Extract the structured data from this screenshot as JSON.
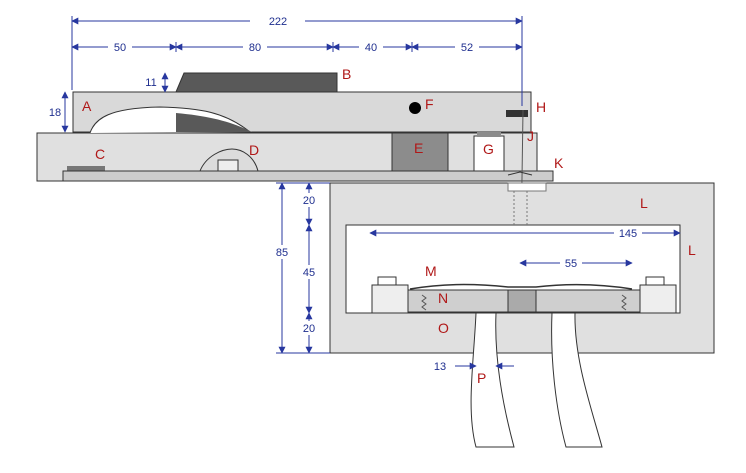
{
  "dimensions": {
    "overall": "222",
    "seg1": "50",
    "seg2": "80",
    "seg3": "40",
    "seg4": "52",
    "key_rise": "11",
    "key_thickness": "18",
    "box_top": "20",
    "box_height": "85",
    "box_middle": "45",
    "box_bottom": "20",
    "inner_width": "145",
    "magnet_span": "55",
    "tube_width": "13"
  },
  "labels": {
    "A": "A",
    "B": "B",
    "C": "C",
    "D": "D",
    "E": "E",
    "F": "F",
    "G": "G",
    "H": "H",
    "J": "J",
    "K": "K",
    "L1": "L",
    "L2": "L",
    "M": "M",
    "N": "N",
    "O": "O",
    "P": "P"
  },
  "colors": {
    "dimension": "#27379f",
    "label": "#b01818",
    "panel": "#e0e0e0",
    "dark_block": "#595959",
    "medium_block": "#8c8c8c"
  }
}
